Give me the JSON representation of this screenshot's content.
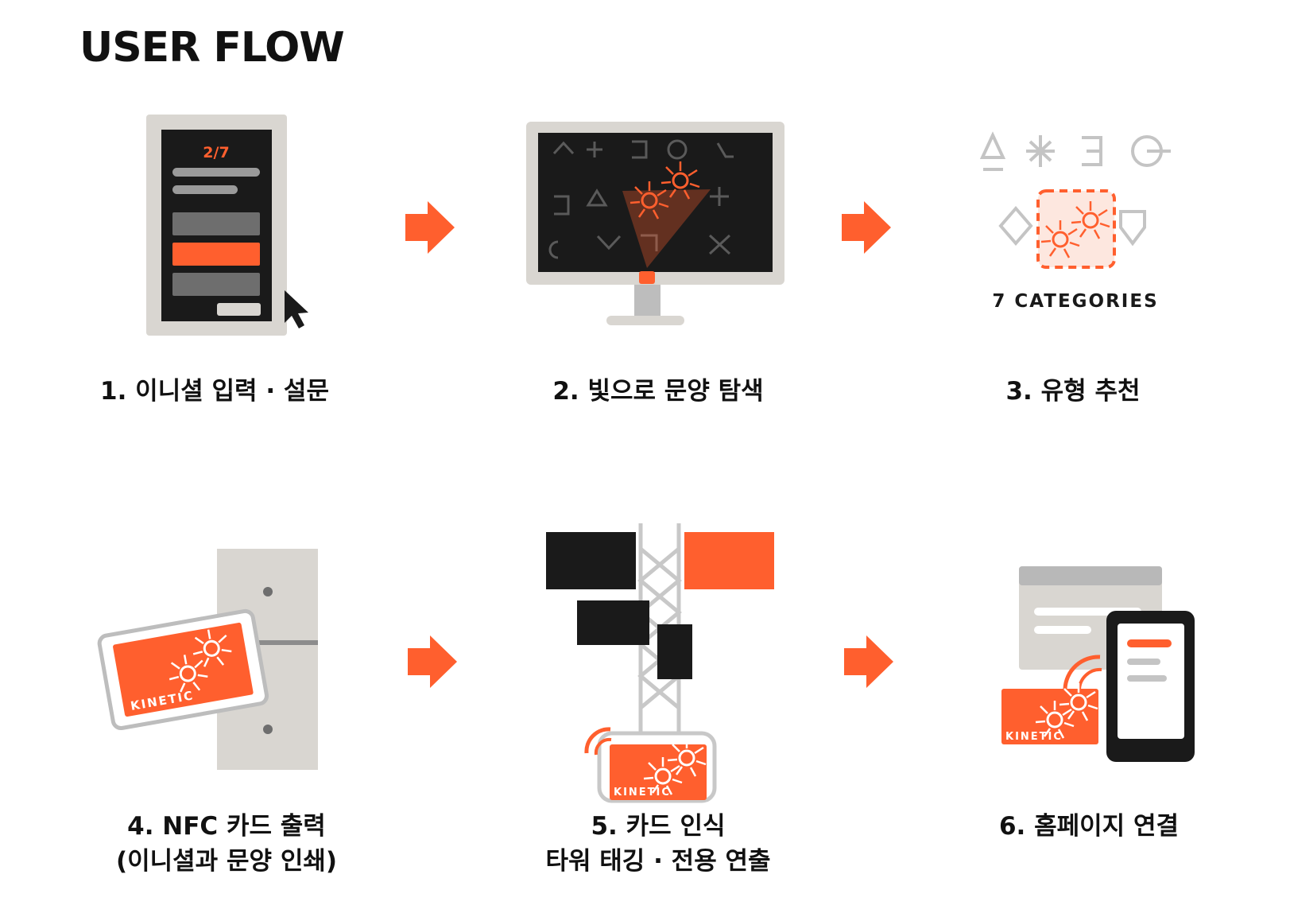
{
  "title": "USER FLOW",
  "colors": {
    "accent": "#ff5f2e",
    "dark": "#1a1a1a",
    "panel": "#d9d6d1",
    "gray": "#7a7a7a",
    "light_gray": "#c4c4c4"
  },
  "steps": [
    {
      "number": 1,
      "label": "1. 이니셜 입력 · 설문",
      "illustration": "kiosk-survey",
      "screen_page": "2/7"
    },
    {
      "number": 2,
      "label": "2. 빛으로 문양 탐색",
      "illustration": "monitor-light-search"
    },
    {
      "number": 3,
      "label": "3. 유형 추천",
      "illustration": "category-symbols",
      "caption": "7 CATEGORIES"
    },
    {
      "number": 4,
      "label_lines": [
        "4. NFC 카드 출력",
        "(이니셜과 문양 인쇄)"
      ],
      "illustration": "card-printer",
      "card_text": "KINETIC"
    },
    {
      "number": 5,
      "label_lines": [
        "5. 카드 인식",
        "타워 태깅 · 전용 연출"
      ],
      "illustration": "tower-tagging",
      "card_text": "KINETIC"
    },
    {
      "number": 6,
      "label": "6. 홈페이지 연결",
      "illustration": "phone-homepage",
      "card_text": "KINETIC"
    }
  ],
  "arrows": [
    "arrow-1-2",
    "arrow-2-3",
    "arrow-4-5",
    "arrow-5-6"
  ]
}
